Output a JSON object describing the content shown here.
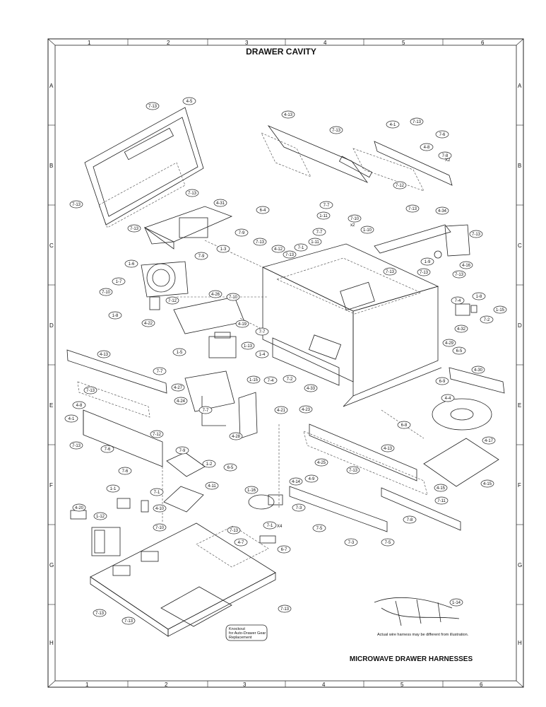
{
  "title": "DRAWER CAVITY",
  "footer_title": "MICROWAVE DRAWER HARNESSES",
  "grid": {
    "columns": [
      "1",
      "2",
      "3",
      "4",
      "5",
      "6"
    ],
    "rows": [
      "A",
      "B",
      "C",
      "D",
      "E",
      "F",
      "G",
      "H"
    ]
  },
  "notes": {
    "knockout_line1": "Knockout",
    "knockout_line2": "for Auto-Drawer Gear",
    "knockout_line3": "Replacement",
    "harness_note": "Actual wire harness may be different from illustration.",
    "x2": "X2",
    "x4": "X4",
    "x2b": "x2"
  },
  "labels": [
    "4-5",
    "7-13",
    "4-13",
    "7-13",
    "4-1",
    "7-13",
    "7-6",
    "4-8",
    "7-8",
    "7-12",
    "7-13",
    "7-13",
    "4-31",
    "7-13",
    "6-4",
    "7-9",
    "7-9",
    "1-3",
    "7-13",
    "7-7",
    "1-11",
    "7-10",
    "1-10",
    "7-7",
    "1-11",
    "7-13",
    "4-34",
    "7-13",
    "4-12",
    "7-13",
    "7-1",
    "1-6",
    "1-7",
    "7-10",
    "1-8",
    "7-12",
    "4-22",
    "4-26",
    "7-10",
    "7-13",
    "1-9",
    "4-16",
    "7-13",
    "7-13",
    "7-4",
    "1-8",
    "1-15",
    "7-2",
    "4-32",
    "4-19",
    "7-7",
    "1-13",
    "1-4",
    "4-29",
    "6-5",
    "4-13",
    "1-5",
    "7-7",
    "4-27",
    "1-15",
    "7-4",
    "7-2",
    "4-33",
    "4-30",
    "6-9",
    "7-13",
    "4-24",
    "7-7",
    "4-21",
    "4-23",
    "4-4",
    "4-8",
    "4-1",
    "7-12",
    "7-13",
    "7-6",
    "6-8",
    "4-28",
    "4-13",
    "4-17",
    "7-9",
    "1-2",
    "6-5",
    "7-6",
    "4-25",
    "7-13",
    "4-11",
    "1-1",
    "7-1",
    "4-9",
    "4-14",
    "1-16",
    "4-15",
    "4-15",
    "4-20",
    "1-12",
    "4-10",
    "7-3",
    "7-11",
    "7-10",
    "7-5",
    "7-8",
    "7-1",
    "7-13",
    "4-7",
    "6-7",
    "7-3",
    "7-5",
    "7-13",
    "1-14",
    "7-13",
    "7-13"
  ]
}
